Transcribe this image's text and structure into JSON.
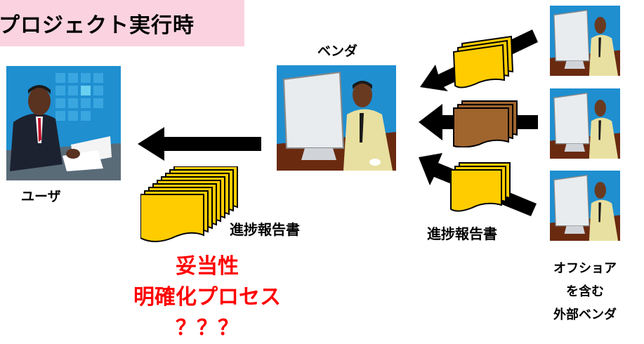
{
  "title": "プロジェクト実行時",
  "user_label": "ユーザ",
  "vendor_label": "ベンダ",
  "report_label_center": "進捗報告書",
  "report_label_right": "進捗報告書",
  "external_vendor_lines": [
    "オフショア",
    "を含む",
    "外部ベンダ"
  ],
  "question_lines": [
    "妥当性",
    "明確化プロセス",
    "？？？"
  ],
  "colors": {
    "title_bg": "#fbd3e0",
    "question_text": "#ff0000",
    "document_yellow": "#ffcc00",
    "document_brown": "#a0642d",
    "monitor_bg": "#1f8fd0"
  }
}
